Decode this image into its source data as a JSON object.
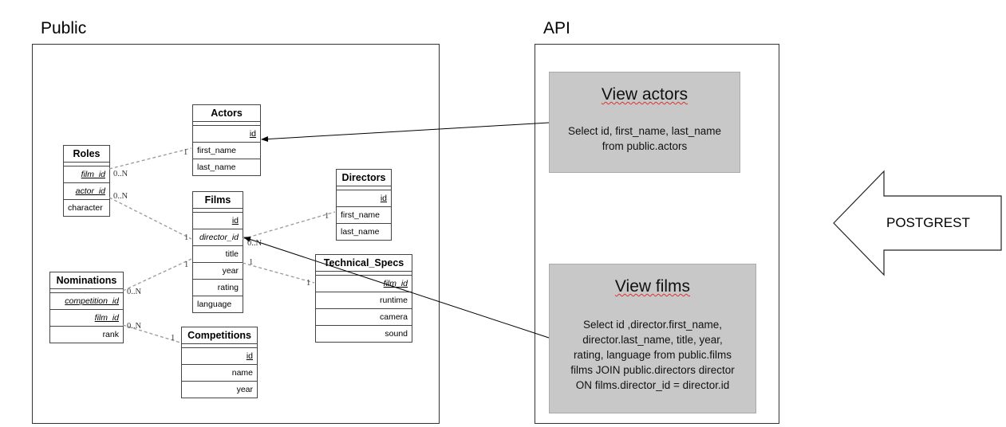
{
  "sections": {
    "public_label": "Public",
    "api_label": "API"
  },
  "tables": {
    "actors": {
      "title": "Actors",
      "fields": [
        "id",
        "first_name",
        "last_name"
      ]
    },
    "roles": {
      "title": "Roles",
      "fields": [
        "film_id",
        "actor_id",
        "character"
      ]
    },
    "directors": {
      "title": "Directors",
      "fields": [
        "id",
        "first_name",
        "last_name"
      ]
    },
    "films": {
      "title": "Films",
      "fields": [
        "id",
        "director_id",
        "title",
        "year",
        "rating",
        "language"
      ]
    },
    "technical_specs": {
      "title": "Technical_Specs",
      "fields": [
        "film_id",
        "runtime",
        "camera",
        "sound"
      ]
    },
    "nominations": {
      "title": "Nominations",
      "fields": [
        "competition_id",
        "film_id",
        "rank"
      ]
    },
    "competitions": {
      "title": "Competitions",
      "fields": [
        "id",
        "name",
        "year"
      ]
    }
  },
  "multiplicities": {
    "roles_actors_many": "0..N",
    "roles_actors_one": "1",
    "roles_films_many": "0..N",
    "roles_films_one": "1",
    "films_directors_many": "0..N",
    "films_directors_one": "1",
    "films_specs_one_a": "1",
    "films_specs_one_b": "1",
    "nominations_films_many": "0..N",
    "nominations_films_one": "1",
    "nominations_comp_many": "0..N",
    "nominations_comp_one": "1"
  },
  "views": {
    "actors": {
      "title": "View actors",
      "query_lines": [
        "Select id, first_name, last_name",
        "from public.actors"
      ]
    },
    "films": {
      "title": "View films",
      "query_lines": [
        "Select id ,director.first_name,",
        "director.last_name, title, year,",
        "rating, language from public.films",
        "films JOIN public.directors director",
        "ON films.director_id = director.id"
      ]
    }
  },
  "postgrest": {
    "label": "POSTGREST"
  }
}
